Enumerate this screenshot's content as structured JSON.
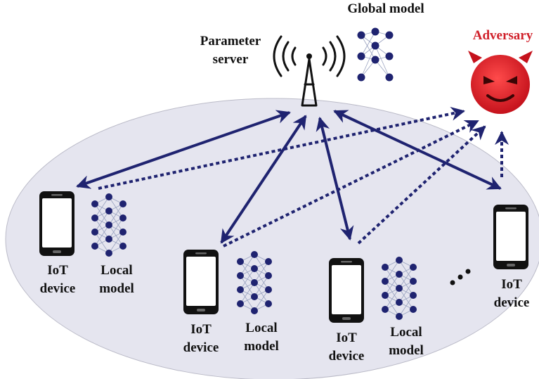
{
  "labels": {
    "global_model": "Global model",
    "parameter_server": "Parameter\nserver",
    "adversary": "Adversary",
    "iot_device": "IoT\ndevice",
    "local_model": "Local\nmodel"
  },
  "colors": {
    "arrow": "#1f2370",
    "ellipse_fill": "#e5e5ef",
    "adversary_text": "#d0202a",
    "device_body": "#111111",
    "nn_node": "#1f2370",
    "devil_face": "#e8212b"
  },
  "icons": [
    "antenna-icon",
    "neural-network-icon",
    "smartphone-icon",
    "devil-face-icon",
    "ellipsis-icon"
  ]
}
